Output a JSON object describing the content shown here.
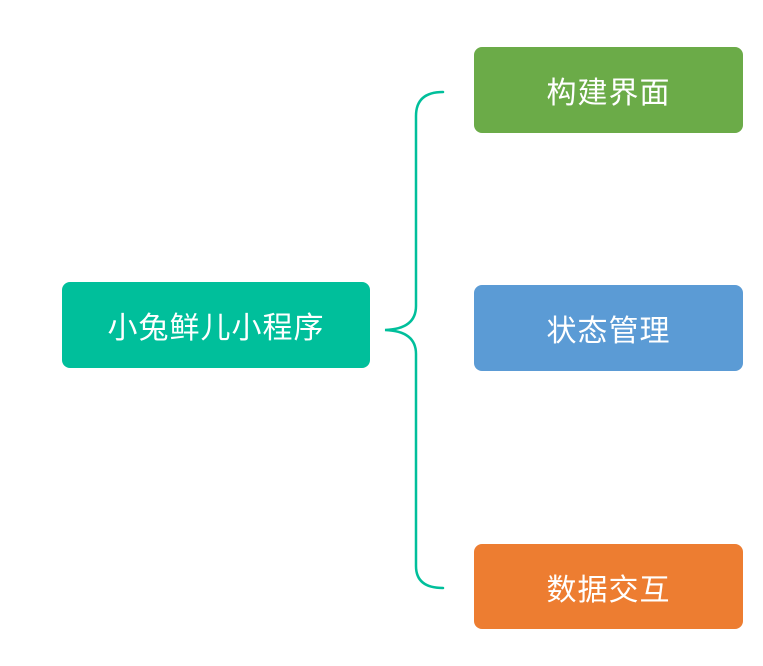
{
  "diagram": {
    "root": {
      "label": "小兔鲜儿小程序",
      "fill": "#00BF9B",
      "text_color": "#FFFFFF"
    },
    "branches": [
      {
        "label": "构建界面",
        "fill": "#6BAB48",
        "text_color": "#FFFFFF"
      },
      {
        "label": "状态管理",
        "fill": "#5B9BD5",
        "text_color": "#FFFFFF"
      },
      {
        "label": "数据交互",
        "fill": "#ED7D31",
        "text_color": "#FFFFFF"
      }
    ],
    "connector": {
      "shape": "curly-brace",
      "color": "#00BF9B"
    },
    "background": "#FFFFFF"
  }
}
